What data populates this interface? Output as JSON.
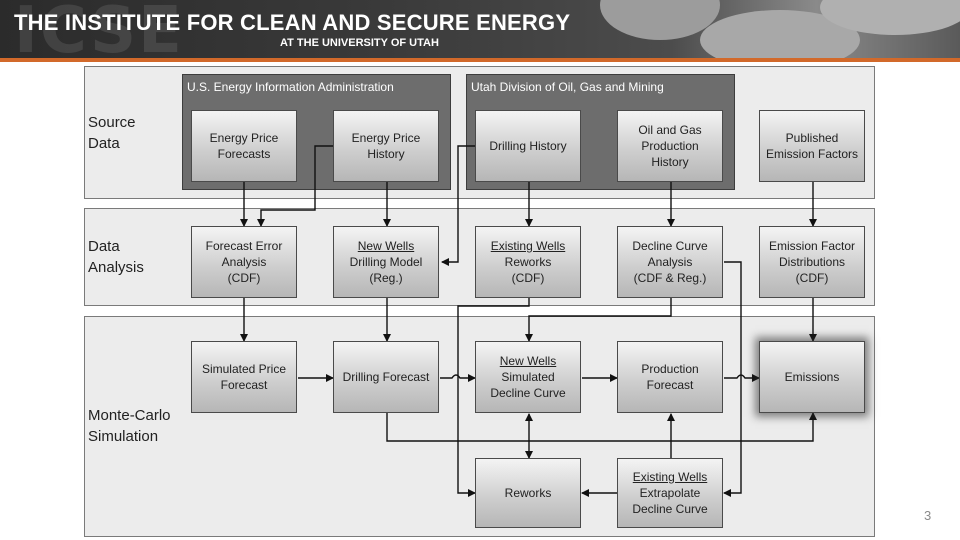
{
  "header": {
    "title": "THE INSTITUTE FOR CLEAN AND SECURE ENERGY",
    "subtitle": "AT THE UNIVERSITY OF UTAH",
    "watermark": "ICSE",
    "accent_color": "#d2692a"
  },
  "bands": {
    "source": [
      "Source",
      "Data"
    ],
    "analysis": [
      "Data",
      "Analysis"
    ],
    "simulation": [
      "Monte-Carlo",
      "Simulation"
    ]
  },
  "groups": {
    "eia": "U.S. Energy Information Administration",
    "udogm": "Utah Division of Oil, Gas and Mining"
  },
  "boxes": {
    "price_forecasts": [
      "Energy Price",
      "Forecasts"
    ],
    "price_history": [
      "Energy Price",
      "History"
    ],
    "drilling_history": [
      "Drilling History"
    ],
    "production_history": [
      "Oil and Gas",
      "Production",
      "History"
    ],
    "published_ef": [
      "Published",
      "Emission Factors"
    ],
    "forecast_error": [
      "Forecast Error",
      "Analysis",
      "(CDF)"
    ],
    "new_wells_model": [
      "New Wells",
      "Drilling Model",
      "(Reg.)"
    ],
    "existing_reworks": [
      "Existing Wells",
      "Reworks",
      "(CDF)"
    ],
    "decline_analysis": [
      "Decline Curve",
      "Analysis",
      "(CDF & Reg.)"
    ],
    "ef_distributions": [
      "Emission Factor",
      "Distributions",
      "(CDF)"
    ],
    "sim_price": [
      "Simulated Price",
      "Forecast"
    ],
    "drilling_forecast": [
      "Drilling Forecast"
    ],
    "new_wells_sim": [
      "New Wells",
      "Simulated",
      "Decline Curve"
    ],
    "production_forecast": [
      "Production",
      "Forecast"
    ],
    "emissions": [
      "Emissions"
    ],
    "reworks": [
      "Reworks"
    ],
    "existing_extrapolate": [
      "Existing Wells",
      "Extrapolate",
      "Decline Curve"
    ]
  },
  "page_number": "3"
}
